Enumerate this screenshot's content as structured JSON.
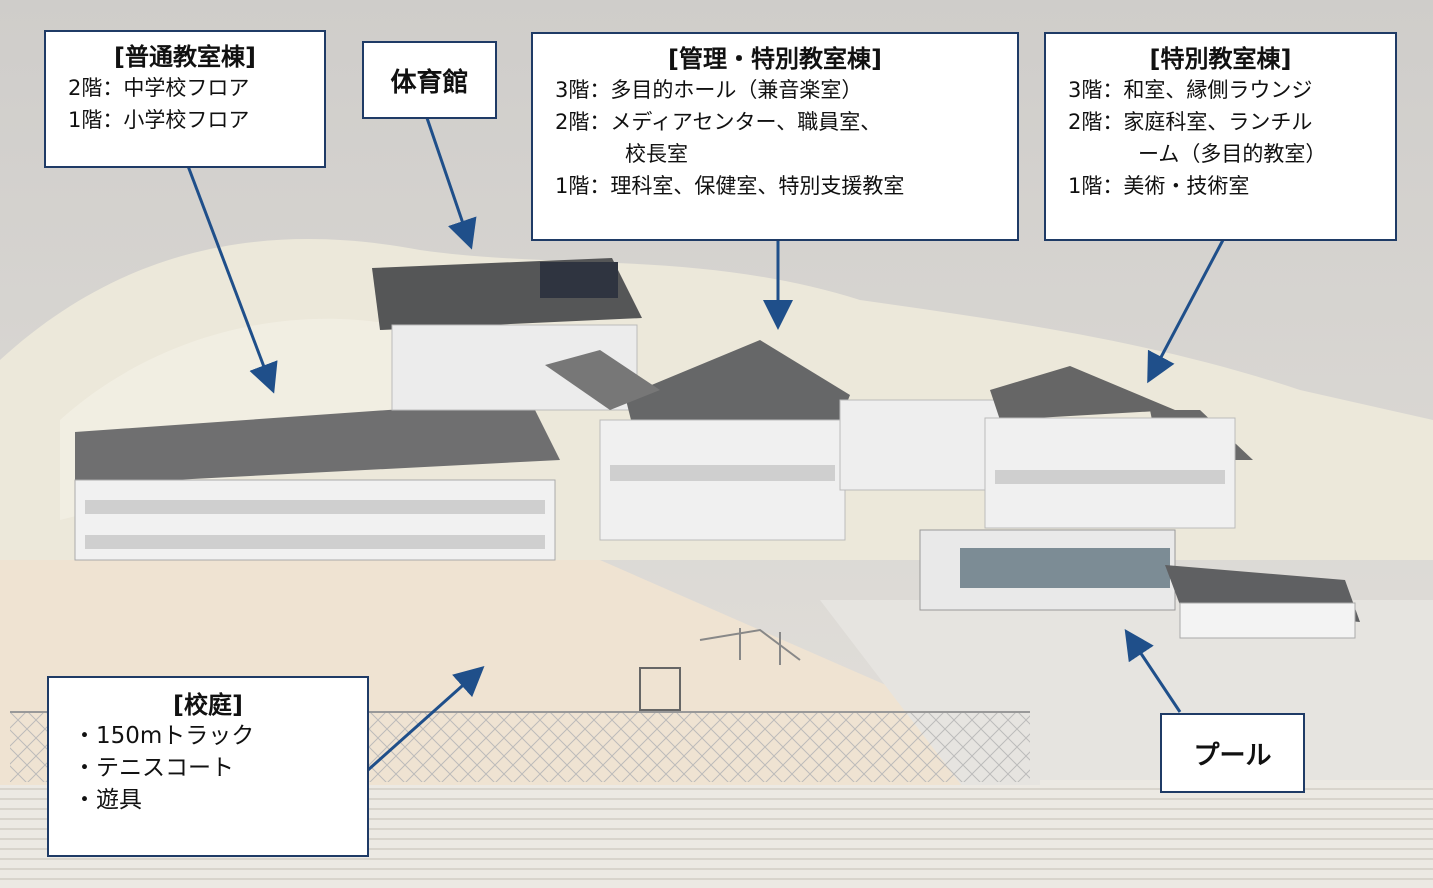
{
  "labels": {
    "classroom": {
      "title": "[普通教室棟]",
      "lines": [
        "2階：中学校フロア",
        "1階：小学校フロア"
      ]
    },
    "gym": {
      "title": "体育館"
    },
    "admin": {
      "title": "[管理・特別教室棟]",
      "lines": [
        "3階：多目的ホール（兼音楽室）",
        "2階：メディアセンター、職員室、",
        "校長室",
        "1階：理科室、保健室、特別支援教室"
      ]
    },
    "special": {
      "title": "[特別教室棟]",
      "lines": [
        "3階：和室、縁側ラウンジ",
        "2階：家庭科室、ランチル",
        "ーム（多目的教室）",
        "1階：美術・技術室"
      ]
    },
    "yard": {
      "title": "[校庭]",
      "lines": [
        "・150mトラック",
        "・テニスコート",
        "・遊具"
      ]
    },
    "pool": {
      "title": "プール"
    }
  },
  "colors": {
    "border": "#1f3b66",
    "arrow": "#1f4f8a"
  }
}
